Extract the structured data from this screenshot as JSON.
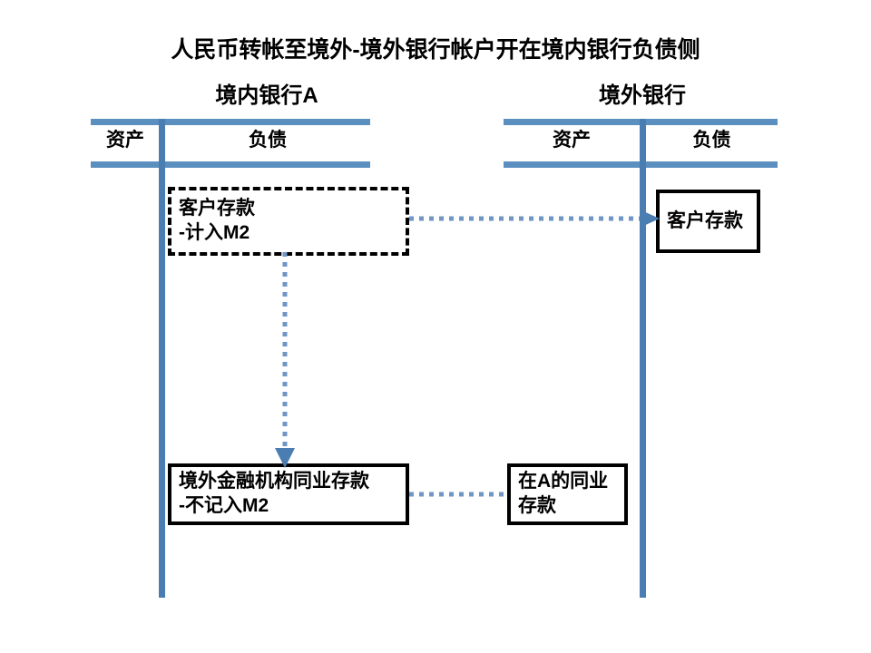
{
  "diagram": {
    "title": "人民币转帐至境外-境外银行帐户开在境内银行负债侧",
    "accent_color": "#5b8fbf",
    "connector_color": "#6f96c4",
    "box_border_color": "#000000"
  },
  "banks": {
    "left": {
      "name": "境内银行A",
      "columns": {
        "assets": "资产",
        "liabilities": "负债"
      },
      "entries": [
        {
          "id": "domestic-deposit",
          "border": "dashed",
          "lines": [
            "客户存款",
            "-计入M2"
          ]
        },
        {
          "id": "domestic-interbank",
          "border": "solid",
          "lines": [
            "境外金融机构同业存款",
            "-不记入M2"
          ]
        }
      ]
    },
    "right": {
      "name": "境外银行",
      "columns": {
        "assets": "资产",
        "liabilities": "负债"
      },
      "entries": [
        {
          "id": "overseas-deposit",
          "border": "solid",
          "lines": [
            "客户存款"
          ]
        },
        {
          "id": "overseas-interbank",
          "border": "solid",
          "lines": [
            "在A的同业",
            "存款"
          ]
        }
      ]
    }
  },
  "connectors": [
    {
      "id": "horizontal-top",
      "from": "domestic-deposit",
      "to": "overseas-deposit",
      "style": "dotted",
      "arrowhead": "right"
    },
    {
      "id": "vertical-left",
      "from": "domestic-deposit",
      "to": "domestic-interbank",
      "style": "dotted",
      "arrowhead": "down"
    },
    {
      "id": "horizontal-bottom",
      "from": "domestic-interbank",
      "to": "overseas-interbank",
      "style": "dotted",
      "arrowhead": "none"
    }
  ]
}
